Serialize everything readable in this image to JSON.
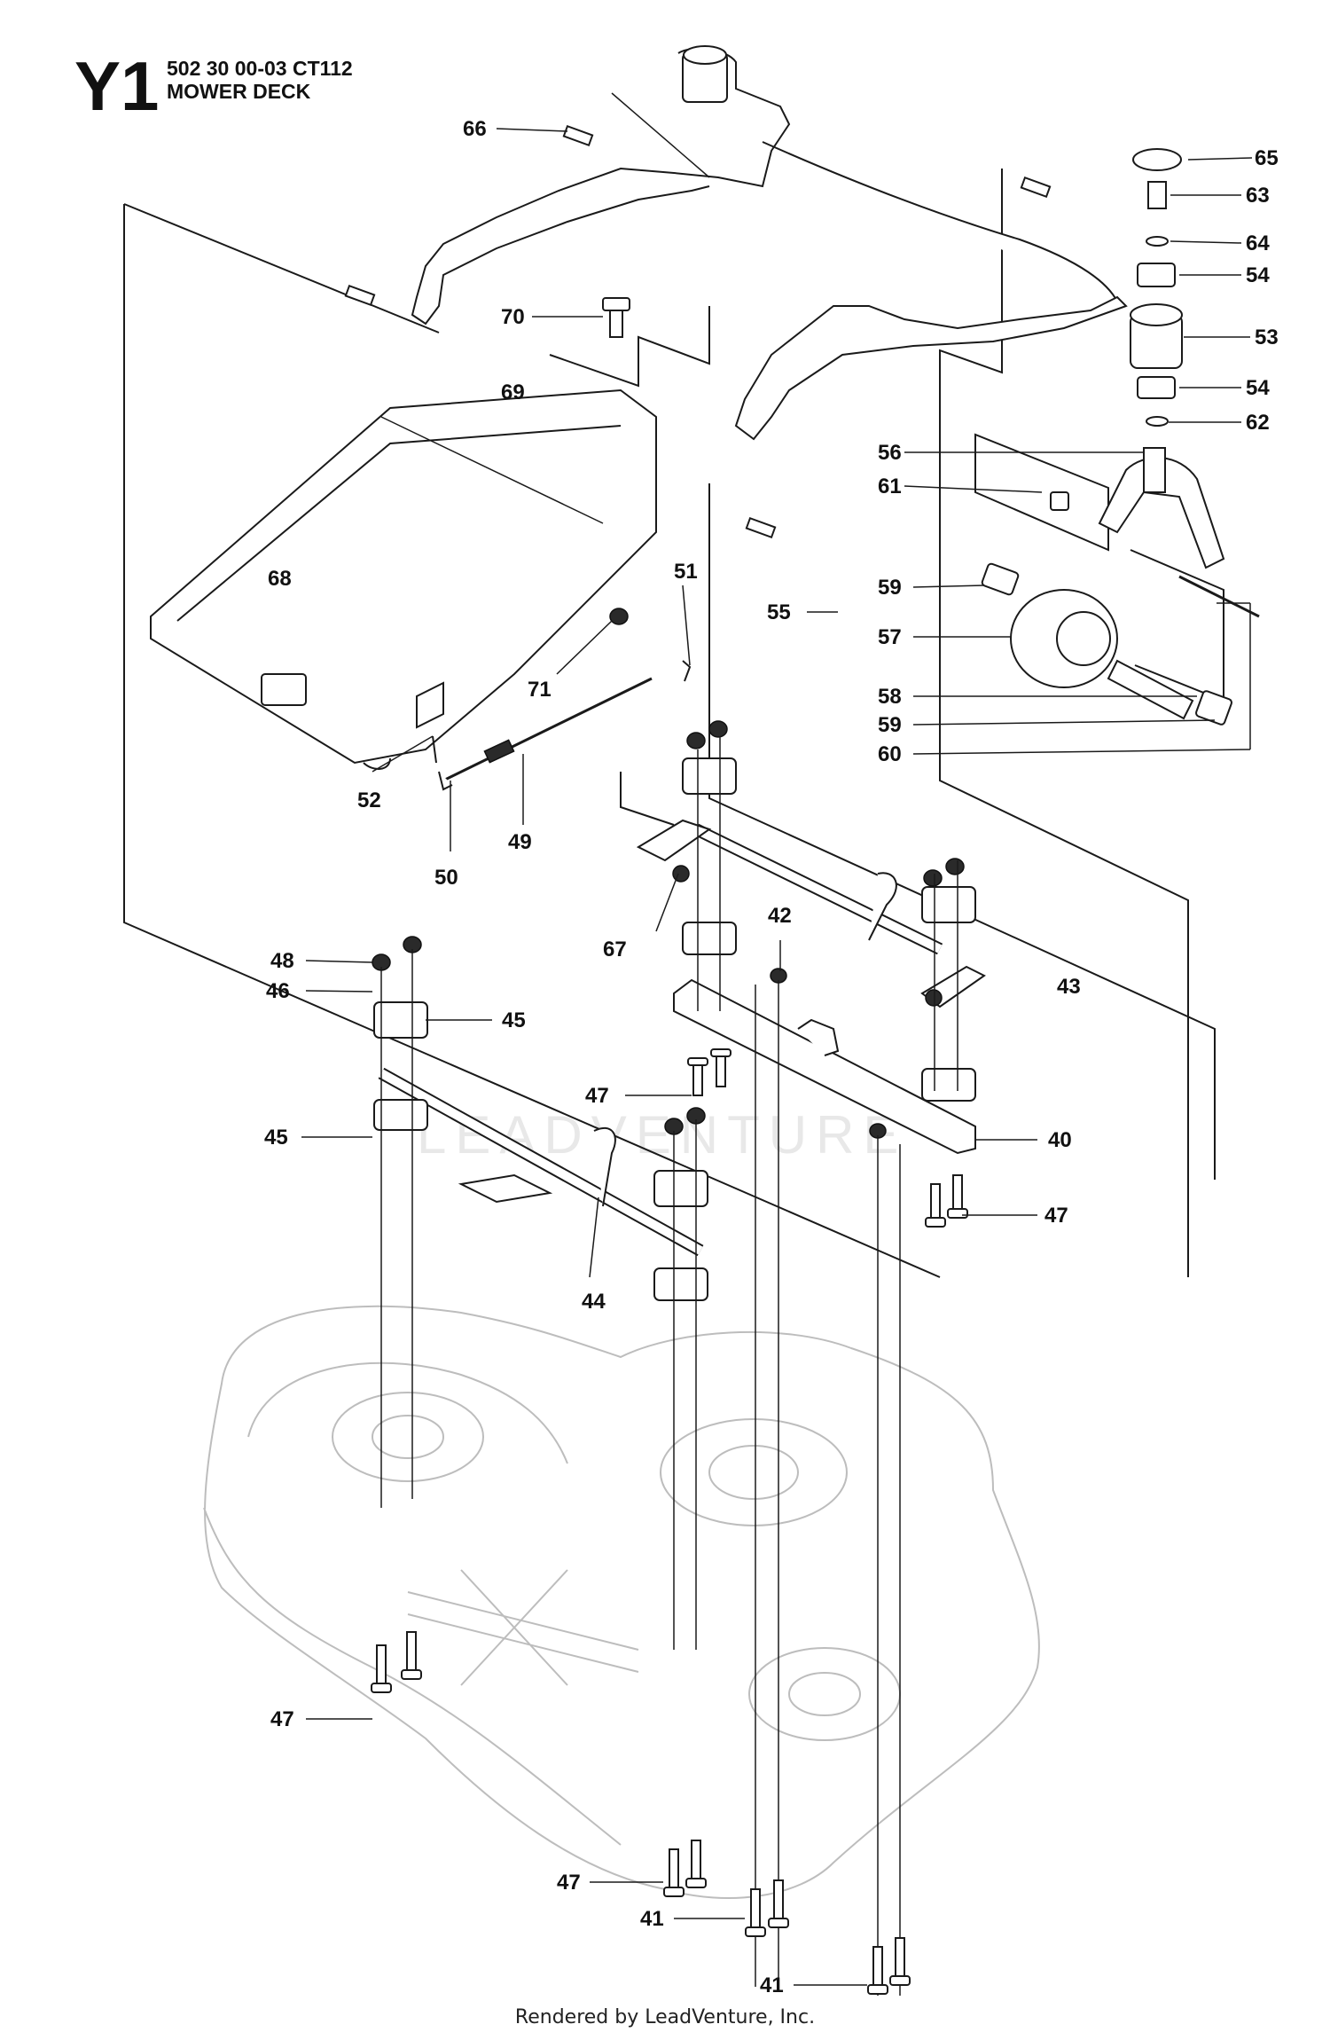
{
  "header": {
    "code": "Y1",
    "part_number": "502 30 00-03  CT112",
    "title": "MOWER DECK"
  },
  "watermark": "LEADVENTURE",
  "footer": "Rendered by LeadVenture, Inc.",
  "callouts": [
    "66",
    "65",
    "63",
    "64",
    "54",
    "53",
    "54",
    "62",
    "70",
    "69",
    "56",
    "61",
    "68",
    "51",
    "59",
    "55",
    "57",
    "71",
    "58",
    "59",
    "60",
    "52",
    "49",
    "50",
    "67",
    "42",
    "43",
    "48",
    "46",
    "45",
    "47",
    "40",
    "45",
    "47",
    "44",
    "47",
    "47",
    "41",
    "41"
  ]
}
